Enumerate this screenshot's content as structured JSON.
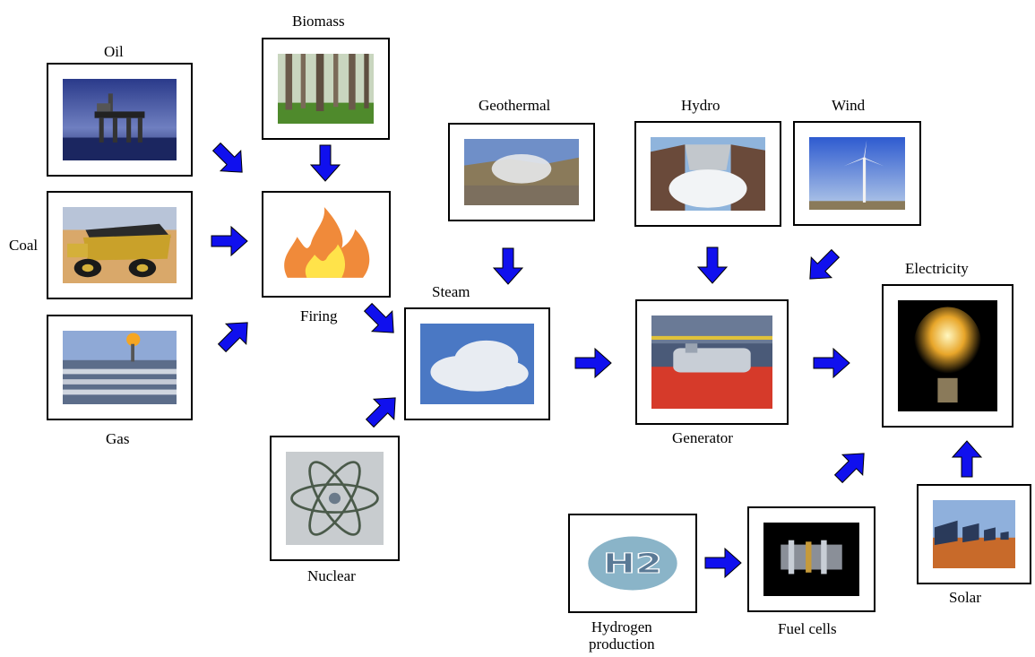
{
  "colors": {
    "arrow": "#1010ee",
    "arrow_outline": "#000000",
    "border": "#000000"
  },
  "labels": {
    "oil": "Oil",
    "biomass": "Biomass",
    "coal": "Coal",
    "gas": "Gas",
    "firing": "Firing",
    "nuclear": "Nuclear",
    "steam": "Steam",
    "geothermal": "Geothermal",
    "hydro": "Hydro",
    "wind": "Wind",
    "generator": "Generator",
    "electricity": "Electricity",
    "hydrogen_line1": "Hydrogen",
    "hydrogen_line2": "production",
    "fuel_cells": "Fuel cells",
    "solar": "Solar"
  },
  "images": {
    "oil": "oil-rig-photo",
    "biomass": "forest-photo",
    "coal": "coal-truck-photo",
    "gas": "gas-pipeline-photo",
    "firing": "flame-drawing",
    "nuclear": "atom-symbol",
    "steam": "cloud-photo",
    "geothermal": "geothermal-steam-photo",
    "hydro": "dam-photo",
    "wind": "wind-turbine-photo",
    "generator": "generator-hall-photo",
    "electricity": "light-bulb-photo",
    "hydrogen": "h2-logo",
    "fuel_cells": "fuel-cell-photo",
    "solar": "solar-panels-photo"
  }
}
